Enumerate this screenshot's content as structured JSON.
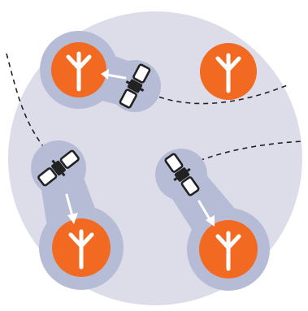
{
  "colors": {
    "background": "#ffffff",
    "disc": "#dcdde9",
    "halo": "#b7bcd6",
    "node": "#f26a22",
    "glyph": "#ffffff",
    "satellite_fill": "#ffffff",
    "satellite_stroke": "#222222",
    "satellite_body": "#222222",
    "orbit": "#222222",
    "beam_arrow": "#ffffff"
  },
  "icons": {
    "node": "antenna-fork-icon",
    "satellite": "satellite-icon",
    "beam": "downlink-arrow-icon",
    "orbit": "dashed-orbit-path"
  },
  "scene": {
    "satellites": [
      {
        "id": "sat-top-left",
        "linked_node": "node-top-left"
      },
      {
        "id": "sat-left",
        "linked_node": "node-bottom-left"
      },
      {
        "id": "sat-right",
        "linked_node": "node-bottom-right"
      }
    ],
    "nodes": [
      {
        "id": "node-top-left",
        "connected": true
      },
      {
        "id": "node-top-right",
        "connected": false
      },
      {
        "id": "node-bottom-left",
        "connected": true
      },
      {
        "id": "node-bottom-right",
        "connected": true
      }
    ]
  }
}
